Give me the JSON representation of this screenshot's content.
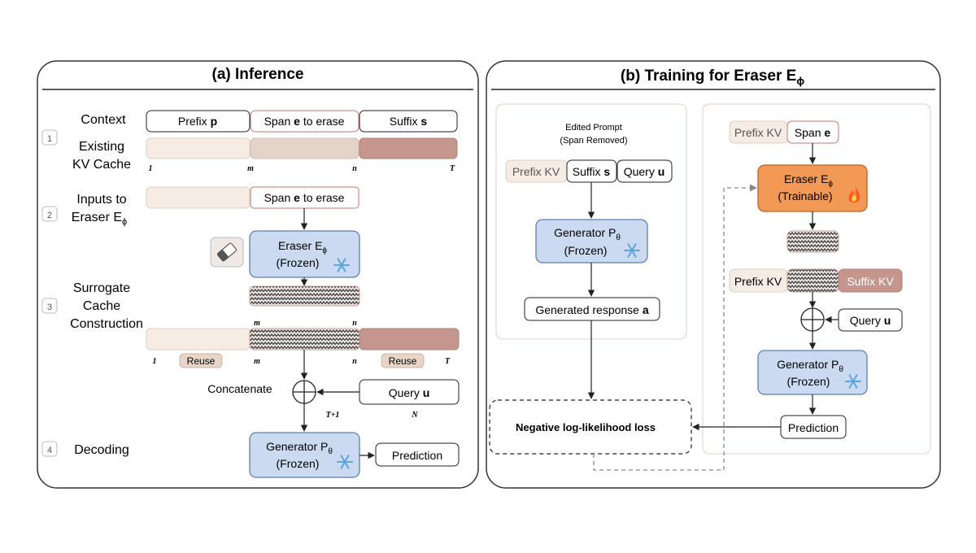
{
  "panel_a": {
    "title": "(a) Inference",
    "steps": [
      {
        "number": "1",
        "label_lines": [
          "Context",
          "Existing",
          "KV Cache"
        ]
      },
      {
        "number": "2",
        "label_lines": [
          "Inputs to",
          "Eraser E"
        ],
        "subscript": "ϕ"
      },
      {
        "number": "3",
        "label_lines": [
          "Surrogate",
          "Cache",
          "Construction"
        ]
      },
      {
        "number": "4",
        "label_lines": [
          "Decoding"
        ]
      }
    ],
    "context": {
      "prefix": {
        "text": "Prefix ",
        "bold": "p"
      },
      "span": {
        "text": "Span ",
        "bold": "e",
        "rest": " to erase"
      },
      "suffix": {
        "text": "Suffix ",
        "bold": "s"
      }
    },
    "kv_ticks": [
      "1",
      "m",
      "n",
      "T"
    ],
    "eraser_input_span": {
      "text": "Span ",
      "bold": "e",
      "rest": " to erase"
    },
    "eraser": {
      "name": "Eraser E",
      "sub": "ϕ",
      "state": "(Frozen)"
    },
    "surrogate_top_ticks": [
      "m",
      "n"
    ],
    "surrogate_bottom_ticks": [
      "1",
      "m",
      "n",
      "T"
    ],
    "reuse_label": "Reuse",
    "concatenate_label": "Concatenate",
    "query": {
      "text": "Query ",
      "bold": "u"
    },
    "query_ticks": [
      "T+1",
      "N"
    ],
    "generator": {
      "name": "Generator P",
      "sub": "θ",
      "state": "(Frozen)"
    },
    "prediction": "Prediction"
  },
  "panel_b": {
    "title": "(b) Training for Eraser E",
    "title_sub": "ϕ",
    "edited_prompt_lines": [
      "Edited Prompt",
      "(Span Removed)"
    ],
    "prefix_kv": "Prefix KV",
    "suffix": {
      "text": "Suffix ",
      "bold": "s"
    },
    "query": {
      "text": "Query ",
      "bold": "u"
    },
    "generator": {
      "name": "Generator P",
      "sub": "θ",
      "state": "(Frozen)"
    },
    "generated_response": {
      "text": "Generated response ",
      "bold": "a"
    },
    "loss": "Negative log-likelihood loss",
    "right_prefix_kv": "Prefix KV",
    "right_span": {
      "text": "Span ",
      "bold": "e"
    },
    "eraser": {
      "name": "Eraser E",
      "sub": "ϕ",
      "state": "(Trainable)"
    },
    "prefix_kv_2": "Prefix KV",
    "suffix_kv": "Suffix KV",
    "query_2": {
      "text": "Query ",
      "bold": "u"
    },
    "generator_2": {
      "name": "Generator P",
      "sub": "θ",
      "state": "(Frozen)"
    },
    "prediction": "Prediction"
  },
  "colors": {
    "prefix_fill": "#f6ece3",
    "span_fill": "#e4d3c8",
    "suffix_fill": "#c4968e",
    "blue_fill": "#cbdaf0",
    "blue_stroke": "#5e7fae",
    "orange_fill": "#f29a55",
    "reuse_fill": "#e9d5c8",
    "span_stroke": "#c9746f"
  }
}
